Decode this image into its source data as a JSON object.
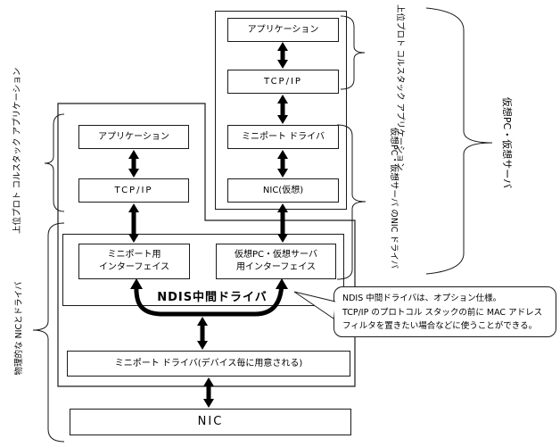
{
  "vm_stack": {
    "app": "アプリケーション",
    "tcpip": "TCP/IP",
    "miniport": "ミニポート ドライバ",
    "nic_virtual": "NIC(仮想)"
  },
  "host_stack": {
    "app": "アプリケーション",
    "tcpip": "TCP/IP"
  },
  "ndis_section": {
    "title": "NDIS中間ドライバ",
    "miniport_if_line1": "ミニポート用",
    "miniport_if_line2": "インターフェイス",
    "virtual_if_line1": "仮想PC・仮想サーバ",
    "virtual_if_line2": "用インターフェイス"
  },
  "miniport_driver_box": "ミニポート ドライバ(デバイス毎に用意される)",
  "nic_box": "NIC",
  "labels": {
    "left_upper_line1": "上位プロト コルスタック",
    "left_upper_line2": "アプリケーション",
    "left_lower": "物理的な NICとドライバ",
    "right_upper_line1": "上位プロト コルスタック",
    "right_upper_line2": "アプリケーション",
    "right_mid_line1": "仮想PC・仮想サーバ",
    "right_mid_line2": "のNIC ドライバ",
    "far_right": "仮想PC・仮想サーバ"
  },
  "callout": {
    "line1": "NDIS 中間ドライバは、オプション仕様。",
    "line2": "TCP/IP のプロトコル スタックの前に MAC アドレス",
    "line3": "フィルタを置きたい場合などに使うことができる。"
  },
  "colors": {
    "line": "#1a1a1a",
    "arrow": "#000000",
    "background": "#ffffff"
  }
}
